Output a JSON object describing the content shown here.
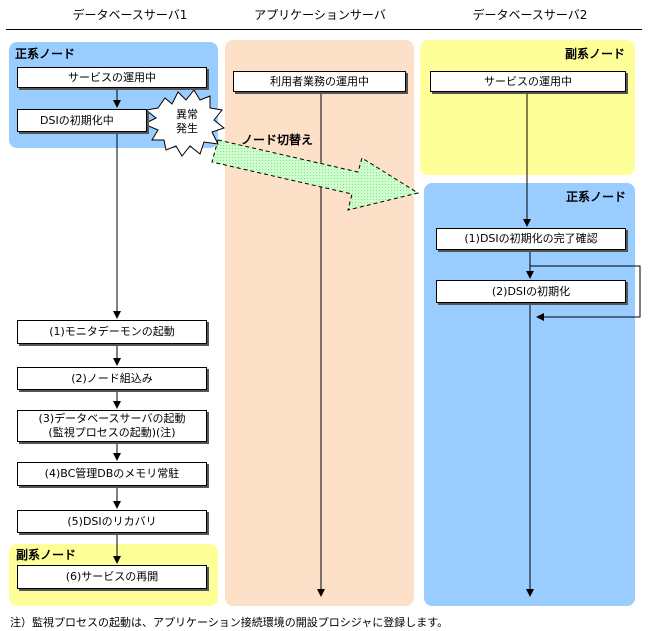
{
  "columns": {
    "db1": "データベースサーバ1",
    "app": "アプリケーションサーバ",
    "db2": "データベースサーバ2"
  },
  "regions": {
    "db1_primary": "正系ノード",
    "db1_secondary": "副系ノード",
    "db2_secondary": "副系ノード",
    "db2_primary": "正系ノード"
  },
  "db1_top_boxes": {
    "service": "サービスの運用中",
    "init": "DSIの初期化中"
  },
  "failure": {
    "line1": "異常",
    "line2": "発生"
  },
  "switch_label": "ノード切替え",
  "app_box": "利用者業務の運用中",
  "db2_boxes": {
    "service": "サービスの運用中",
    "confirm": "(1)DSIの初期化の完了確認",
    "init": "(2)DSIの初期化"
  },
  "db1_steps": {
    "step1": "(1)モニタデーモンの起動",
    "step2": "(2)ノード組込み",
    "step3_line1": "(3)データベースサーバの起動",
    "step3_line2": "(監視プロセスの起動)(注)",
    "step4": "(4)BC管理DBのメモリ常駐",
    "step5": "(5)DSIのリカバリ",
    "step6": "(6)サービスの再開"
  },
  "note": "注）監視プロセスの起動は、アプリケーション接続環境の開設プロシジャに登録します。"
}
